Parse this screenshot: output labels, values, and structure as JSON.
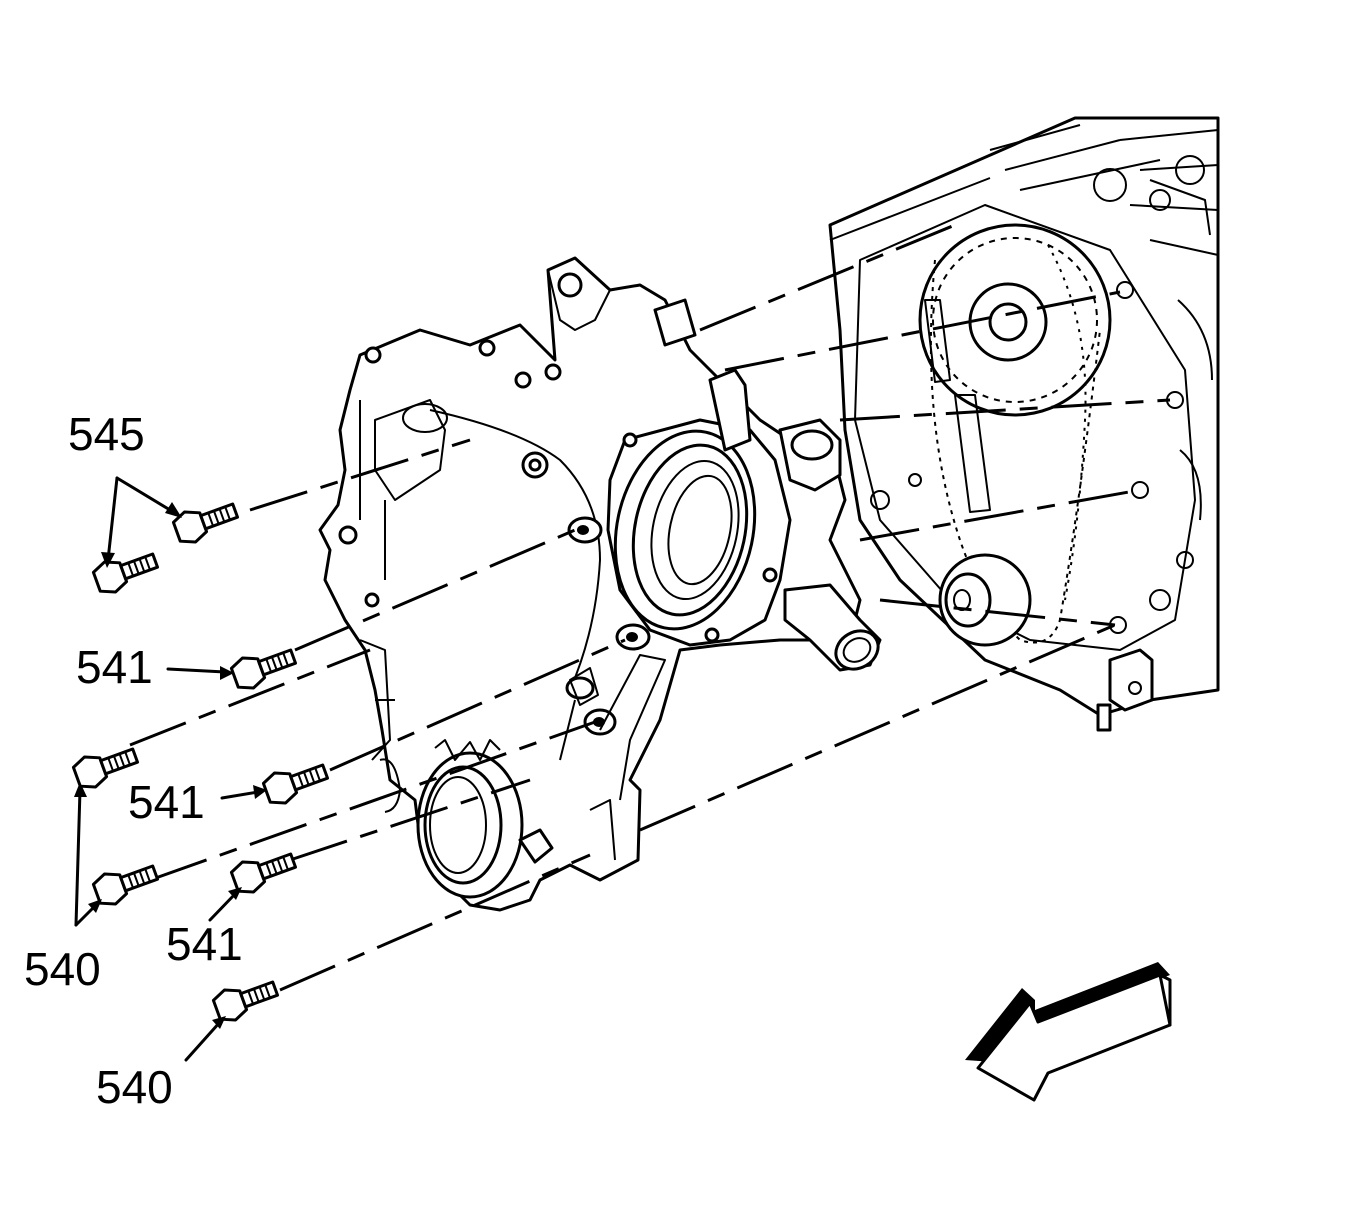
{
  "callouts": {
    "c545": "545",
    "c541_top": "541",
    "c541_mid": "541",
    "c541_low": "541",
    "c540_left": "540",
    "c540_bottom": "540"
  },
  "colors": {
    "ink": "#000000",
    "paper": "#ffffff"
  },
  "icons": {
    "direction_arrow": "front-direction-arrow-icon"
  }
}
